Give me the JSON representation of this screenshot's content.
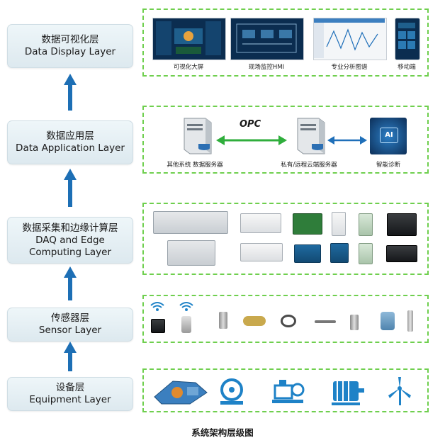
{
  "layers": [
    {
      "cn": "数据可视化层",
      "en": "Data Display Layer"
    },
    {
      "cn": "数据应用层",
      "en": "Data Application Layer"
    },
    {
      "cn": "数据采集和边缘计算层",
      "en": "DAQ and Edge",
      "en2": "Computing Layer"
    },
    {
      "cn": "传感器层",
      "en": "Sensor Layer"
    },
    {
      "cn": "设备层",
      "en": "Equipment Layer"
    }
  ],
  "display": {
    "items": [
      "可视化大屏",
      "现场监控HMI",
      "专业分析图谱",
      "移动端"
    ]
  },
  "application": {
    "other_server": "其他系统 数据服务器",
    "cloud_server": "私有/远程云端服务器",
    "diagnosis": "智能诊断",
    "opc_logo": "OPC",
    "ai_badge": "AI"
  },
  "figure_title": "系统架构层级图",
  "colors": {
    "arrow_blue": "#1d6fb5",
    "panel_border": "#6fcf4e",
    "link_green": "#2fae3c",
    "link_blue": "#1f6fb9"
  }
}
